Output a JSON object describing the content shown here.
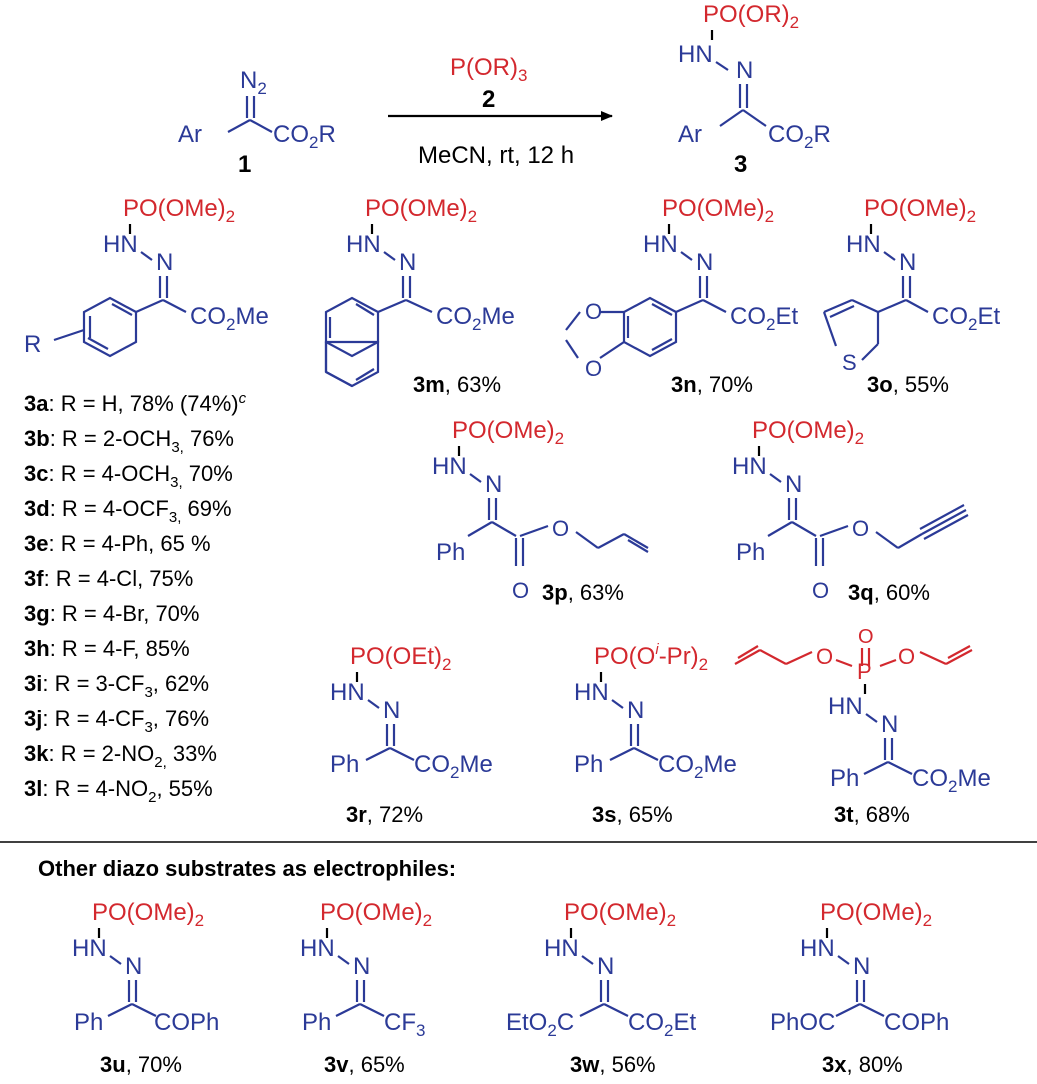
{
  "colors": {
    "blue": "#2b3a97",
    "red": "#d3282e",
    "black": "#000000"
  },
  "scheme": {
    "reactant": {
      "diazo": "N2",
      "ar": "Ar",
      "ester": "CO2R",
      "number": "1"
    },
    "reagent": "P(OR)3",
    "reagent_number": "2",
    "conditions": "MeCN, rt, 12 h",
    "product": {
      "p_group": "PO(OR)2",
      "hn": "HN",
      "n": "N",
      "ar": "Ar",
      "ester": "CO2R",
      "number": "3"
    }
  },
  "labels": {
    "po_ome": "PO(OMe)2",
    "po_oet": "PO(OEt)2",
    "po_oipr": "PO(Oi-Pr)2",
    "hn": "HN",
    "n": "N",
    "co2me": "CO2Me",
    "co2et": "CO2Et",
    "ph": "Ph",
    "r": "R",
    "o": "O",
    "s": "S",
    "p": "P",
    "cof3": "CF3",
    "coph": "COPh",
    "phoc": "PhOC",
    "eto2c": "EtO2C"
  },
  "series_3a_3l": [
    {
      "id": "3a",
      "text": "R = H, 78% (74%)",
      "sup": "c"
    },
    {
      "id": "3b",
      "text": "R = 2-OCH3, 76%"
    },
    {
      "id": "3c",
      "text": "R = 4-OCH3, 70%"
    },
    {
      "id": "3d",
      "text": "R = 4-OCF3, 69%"
    },
    {
      "id": "3e",
      "text": "R = 4-Ph, 65 %"
    },
    {
      "id": "3f",
      "text": "R = 4-Cl, 75%"
    },
    {
      "id": "3g",
      "text": "R = 4-Br, 70%"
    },
    {
      "id": "3h",
      "text": "R = 4-F, 85%"
    },
    {
      "id": "3i",
      "text": "R = 3-CF3, 62%"
    },
    {
      "id": "3j",
      "text": "R = 4-CF3, 76%"
    },
    {
      "id": "3k",
      "text": "R = 2-NO2, 33%"
    },
    {
      "id": "3l",
      "text": "R = 4-NO2, 55%"
    }
  ],
  "compounds": [
    {
      "id": "3m",
      "yield": "63%"
    },
    {
      "id": "3n",
      "yield": "70%"
    },
    {
      "id": "3o",
      "yield": "55%"
    },
    {
      "id": "3p",
      "yield": "63%"
    },
    {
      "id": "3q",
      "yield": "60%"
    },
    {
      "id": "3r",
      "yield": "72%"
    },
    {
      "id": "3s",
      "yield": "65%"
    },
    {
      "id": "3t",
      "yield": "68%"
    },
    {
      "id": "3u",
      "yield": "70%"
    },
    {
      "id": "3v",
      "yield": "65%"
    },
    {
      "id": "3w",
      "yield": "56%"
    },
    {
      "id": "3x",
      "yield": "80%"
    }
  ],
  "section_title": "Other diazo substrates as electrophiles:"
}
